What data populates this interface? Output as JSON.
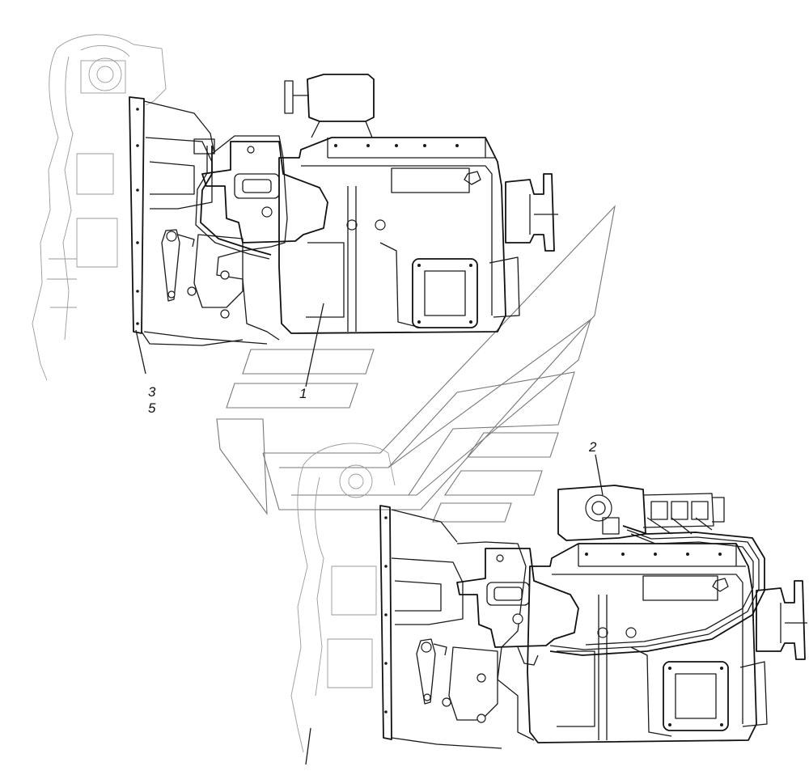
{
  "callouts": [
    {
      "id": "c1",
      "label": "1"
    },
    {
      "id": "c2",
      "label": "2"
    },
    {
      "id": "c3",
      "label": "3"
    },
    {
      "id": "c5",
      "label": "5"
    }
  ],
  "colors": {
    "line": "#1a1a1a",
    "faint": "#9a9a9a",
    "watermark": "#777777",
    "background": "#ffffff"
  }
}
